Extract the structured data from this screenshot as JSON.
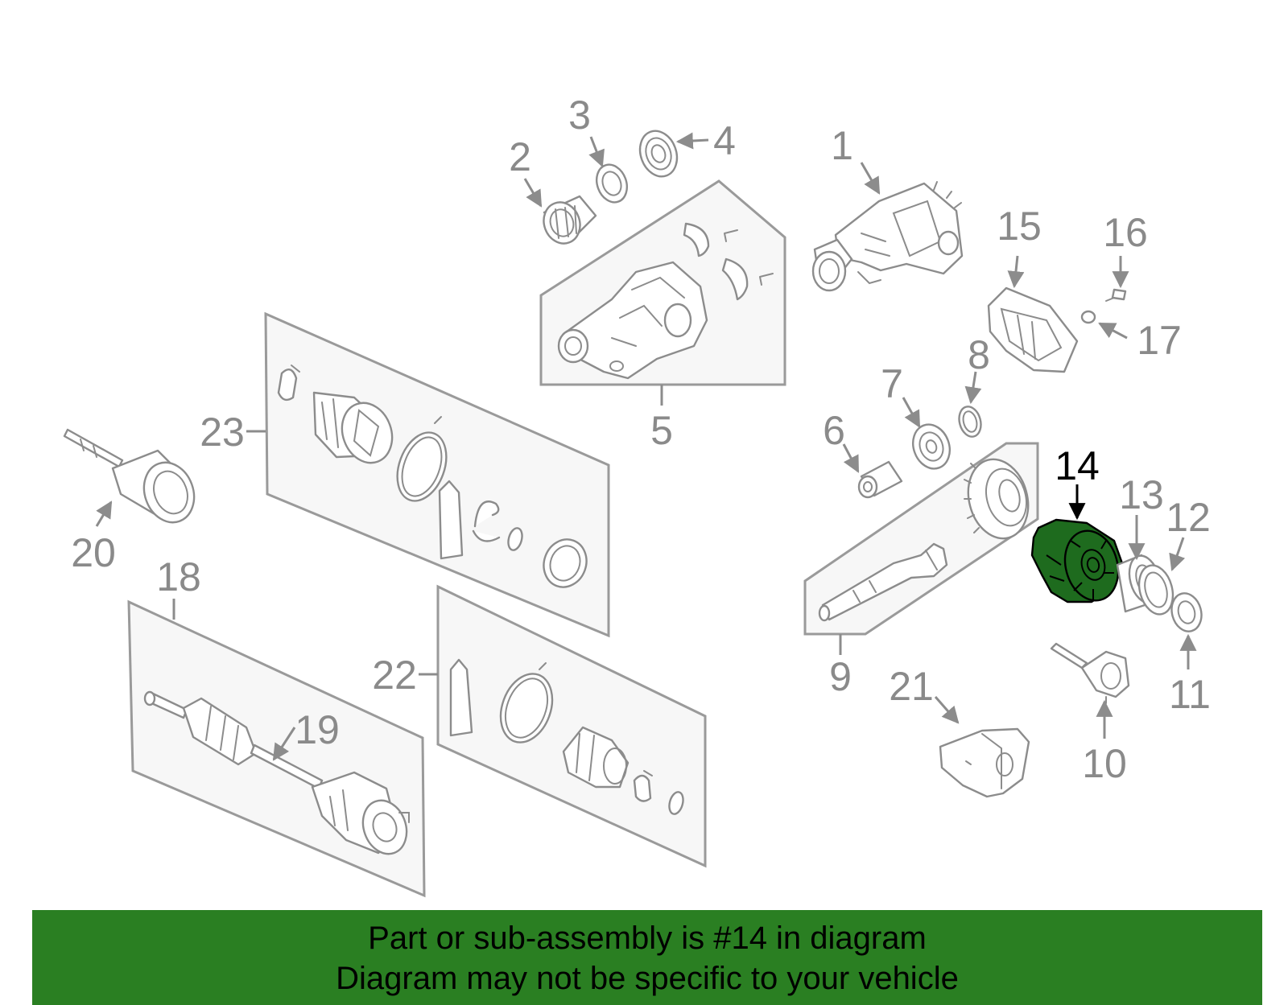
{
  "callouts": {
    "c1": "1",
    "c2": "2",
    "c3": "3",
    "c4": "4",
    "c5": "5",
    "c6": "6",
    "c7": "7",
    "c8": "8",
    "c9": "9",
    "c10": "10",
    "c11": "11",
    "c12": "12",
    "c13": "13",
    "c14": "14",
    "c15": "15",
    "c16": "16",
    "c17": "17",
    "c18": "18",
    "c19": "19",
    "c20": "20",
    "c21": "21",
    "c22": "22",
    "c23": "23"
  },
  "highlight": {
    "part_number": "14",
    "color": "#1e6b1e"
  },
  "banner": {
    "line1": "Part or sub-assembly is #14 in diagram",
    "line2": "Diagram may not be specific to your vehicle",
    "background": "#2a7f22"
  }
}
